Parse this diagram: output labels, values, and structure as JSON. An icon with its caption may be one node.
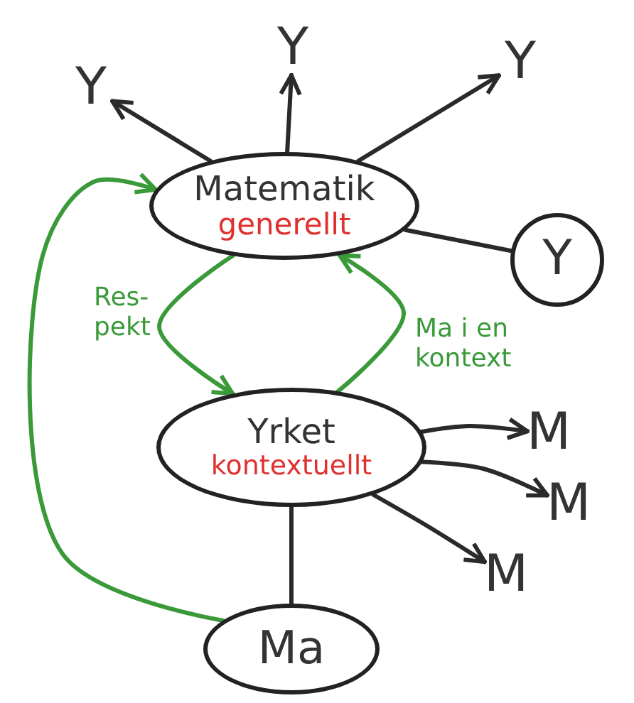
{
  "diagram": {
    "nodes": [
      {
        "text": [
          "Y"
        ]
      },
      {
        "text": [
          "Y"
        ]
      },
      {
        "text": [
          "Y"
        ]
      },
      {
        "text": [
          "Matematik",
          "generellt"
        ]
      },
      {
        "text": [
          "Y"
        ]
      },
      {
        "text": [
          "Yrket",
          "kontextuellt"
        ]
      },
      {
        "text": [
          "M"
        ]
      },
      {
        "text": [
          "M"
        ]
      },
      {
        "text": [
          "M"
        ]
      },
      {
        "text": [
          "Ma"
        ]
      }
    ],
    "edges": [
      {
        "from": 3,
        "to": 0,
        "arrow": "to"
      },
      {
        "from": 3,
        "to": 1,
        "arrow": "to"
      },
      {
        "from": 3,
        "to": 2,
        "arrow": "to"
      },
      {
        "from": 3,
        "to": 4,
        "arrow": "none"
      },
      {
        "from": 3,
        "to": 5,
        "arrow": "to",
        "label": "Res- pekt",
        "color": "#3a9a3a"
      },
      {
        "from": 5,
        "to": 3,
        "arrow": "to",
        "label": "Ma i en kontext",
        "color": "#3a9a3a"
      },
      {
        "from": 9,
        "to": 3,
        "arrow": "to",
        "color": "#3a9a3a"
      },
      {
        "from": 5,
        "to": 9,
        "arrow": "none"
      },
      {
        "from": 5,
        "to": 6,
        "arrow": "to"
      },
      {
        "from": 5,
        "to": 7,
        "arrow": "to"
      },
      {
        "from": 5,
        "to": 8,
        "arrow": "to"
      }
    ]
  }
}
